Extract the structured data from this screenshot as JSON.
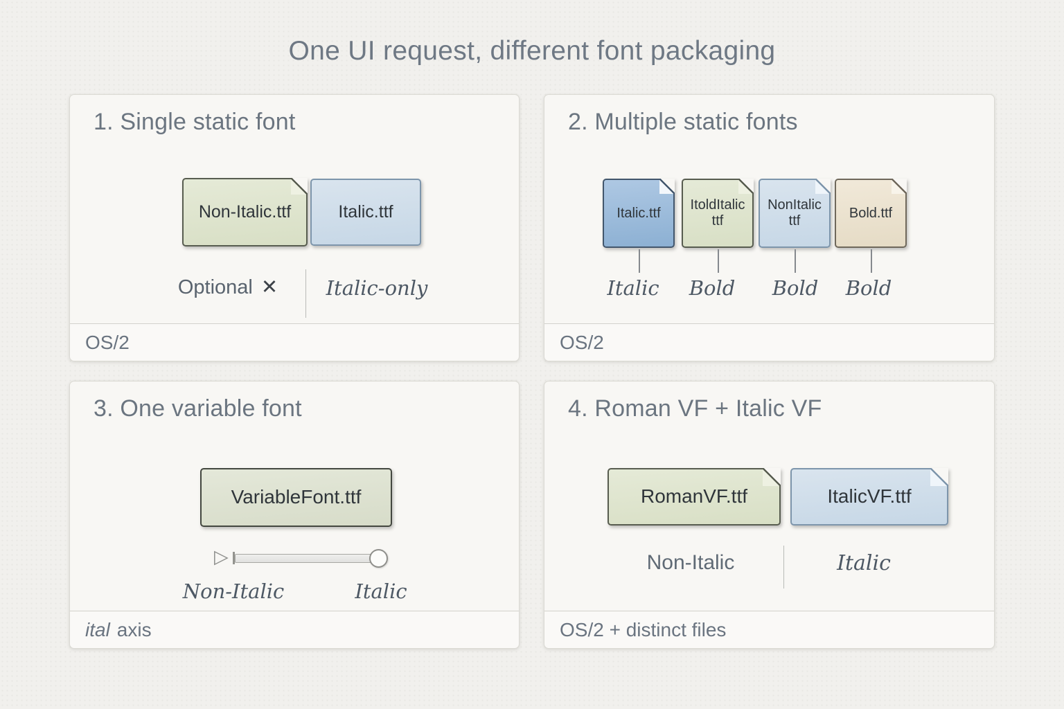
{
  "title": "One UI request, different font packaging",
  "colors": {
    "page_bg": "#f1f0ed",
    "panel_bg": "#f8f7f4",
    "heading_text": "#6b7580",
    "green_file_fill": "#dde3cc",
    "light_blue_file_fill": "#cfdde9",
    "medium_blue_file_fill": "#9bbad9",
    "tan_file_fill": "#ebe2cf",
    "variable_font_file_fill": "#dee2d1"
  },
  "panel1": {
    "heading": "1. Single static font",
    "file_roman": "Non-Italic.ttf",
    "file_italic": "Italic.ttf",
    "caption_optional": "Optional",
    "caption_x_icon": "✕",
    "caption_italic_only": "Italic-only",
    "footer": "OS/2"
  },
  "panel2": {
    "heading": "2. Multiple static fonts",
    "files": [
      "Italic.ttf",
      "ItoldItalic ttf",
      "NonItalic ttf",
      "Bold.ttf"
    ],
    "labels": [
      "Italic",
      "Bold",
      "Bold",
      "Bold"
    ],
    "footer": "OS/2"
  },
  "panel3": {
    "heading": "3. One variable font",
    "file": "VariableFont.ttf",
    "slider_pointer_icon": "▷",
    "slider_left_label": "Non-Italic",
    "slider_right_label": "Italic",
    "footer_axis_tag": "ital",
    "footer_axis_word": "axis"
  },
  "panel4": {
    "heading": "4. Roman VF + Italic VF",
    "file_roman": "RomanVF.ttf",
    "file_italic": "ItalicVF.ttf",
    "label_left": "Non-Italic",
    "label_right": "Italic",
    "footer": "OS/2 + distinct files"
  }
}
